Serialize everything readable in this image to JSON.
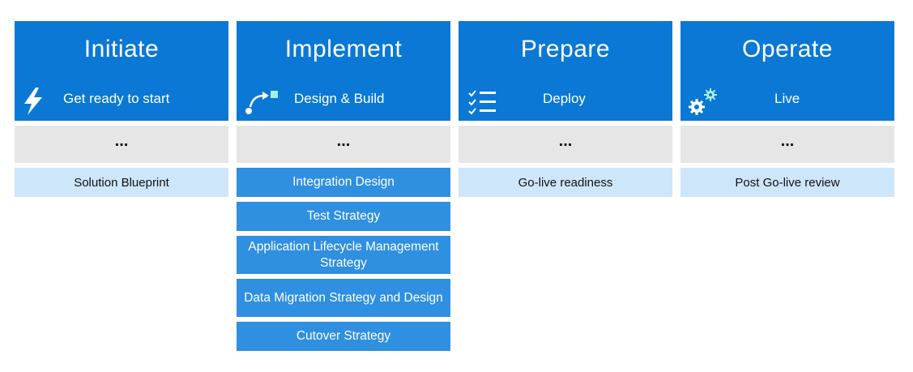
{
  "phases": [
    {
      "title": "Initiate",
      "subtitle": "Get ready to start",
      "icon": "lightning-icon",
      "more": "...",
      "items": [
        "Solution Blueprint"
      ]
    },
    {
      "title": "Implement",
      "subtitle": "Design & Build",
      "icon": "design-build-icon",
      "more": "...",
      "items": [
        "Integration Design",
        "Test Strategy",
        "Application Lifecycle Management Strategy",
        "Data Migration Strategy and Design",
        "Cutover Strategy"
      ]
    },
    {
      "title": "Prepare",
      "subtitle": "Deploy",
      "icon": "checklist-icon",
      "more": "...",
      "items": [
        "Go-live readiness"
      ]
    },
    {
      "title": "Operate",
      "subtitle": "Live",
      "icon": "gears-icon",
      "more": "...",
      "items": [
        "Post Go-live review"
      ]
    }
  ],
  "colors": {
    "phase_header": "#0a78d4",
    "item_blue": "#2f8fe0",
    "item_light": "#cde6fa",
    "dots_bg": "#e6e6e6"
  }
}
